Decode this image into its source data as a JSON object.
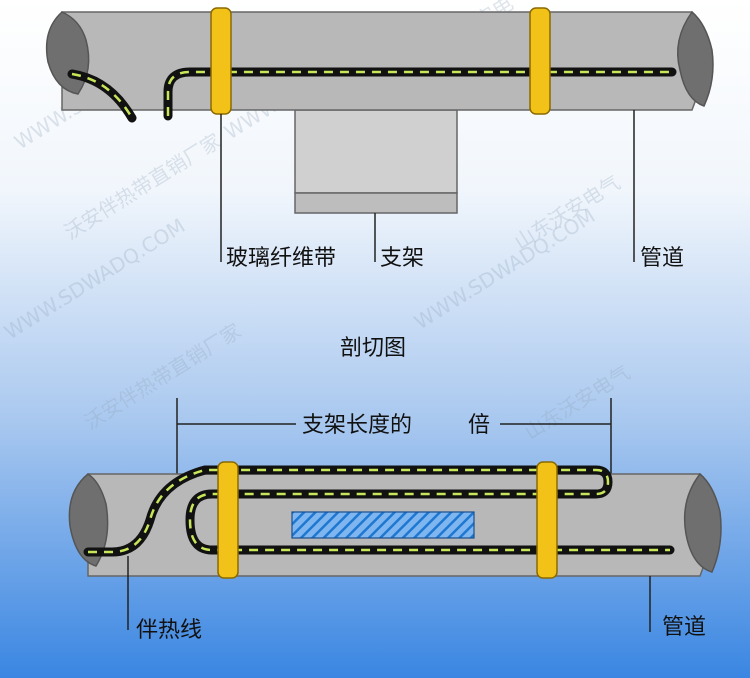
{
  "top_diagram": {
    "labels": {
      "glass_fiber_tape": "玻璃纤维带",
      "bracket": "支架",
      "pipe": "管道"
    }
  },
  "section_title": "剖切图",
  "bottom_diagram": {
    "dimension_text": "支架长度的",
    "dimension_suffix": "倍",
    "labels": {
      "heat_tracing_cable": "伴热线",
      "pipe": "管道"
    }
  },
  "watermark": {
    "text_cn": "沃安伴热带直销厂家",
    "text_cn_2": "山东沃安电气",
    "text_url": "WWW.SDWADQ.COM"
  },
  "colors": {
    "pipe_fill": "#b8b8b8",
    "pipe_end": "#6d6d6d",
    "cable": "#111111",
    "cable_dash": "#c8e65a",
    "clamp": "#f2c218",
    "bracket_hatch": "#1e78d2"
  }
}
